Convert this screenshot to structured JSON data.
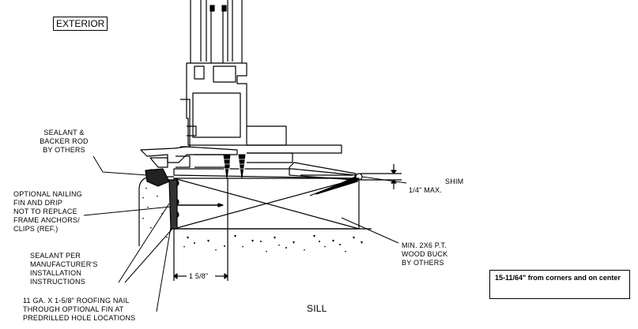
{
  "labels": {
    "exterior": "EXTERIOR",
    "sealant_backer": [
      "SEALANT &",
      "BACKER ROD",
      "BY OTHERS"
    ],
    "nailing_fin": [
      "OPTIONAL NAILING",
      "FIN AND DRIP",
      "NOT TO REPLACE",
      "FRAME ANCHORS/",
      "CLIPS (REF.)"
    ],
    "sealant_per": [
      "SEALANT PER",
      "MANUFACTURER'S",
      "INSTALLATION",
      "INSTRUCTIONS"
    ],
    "roofing_nail": [
      "11 GA. X 1-5/8\" ROOFING NAIL",
      "THROUGH OPTIONAL FIN AT",
      "PREDRILLED HOLE LOCATIONS"
    ],
    "shim": "SHIM",
    "max_gap": "1/4\" MAX.",
    "wood_buck": [
      "MIN. 2X6 P.T.",
      "WOOD BUCK",
      "BY OTHERS"
    ],
    "dimension": "1 5/8\"",
    "sill": "SILL"
  },
  "note": "15-11/64\" from corners and on center"
}
